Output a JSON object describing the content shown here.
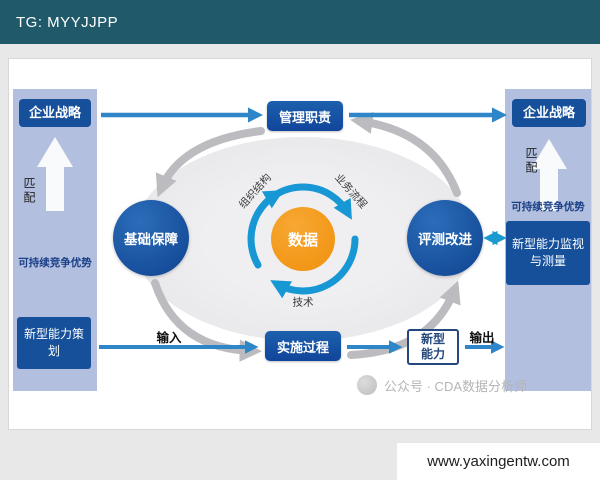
{
  "banner": {
    "text": "TG: MYYJJPP"
  },
  "left_panel": {
    "strategy": "企业战略",
    "match": "匹配",
    "advantage": "可持续竞争优势",
    "capability_box": "新型能力策划"
  },
  "right_panel": {
    "strategy": "企业战略",
    "match": "匹配",
    "advantage": "可持续竞争优势",
    "capability_box": "新型能力监视与测量"
  },
  "cycle": {
    "top_box": "管理职责",
    "left_circle": "基础保障",
    "right_circle": "评测改进",
    "center_circle": "数据",
    "bottom_box": "实施过程",
    "ring": {
      "org": "组织结构",
      "biz": "业务流程",
      "tech": "技术"
    }
  },
  "flow": {
    "input_label": "输入",
    "output_label": "输出",
    "capability_box": "新型能力"
  },
  "watermark": {
    "text": "公众号 · CDA数据分析师"
  },
  "footer": {
    "url": "www.yaxingentw.com"
  },
  "colors": {
    "banner": "#20596a",
    "dark_blue": "#16509b",
    "orange": "#f0900c",
    "panel_blue": "#b2bfdf",
    "ring_blue": "#1798d5",
    "arrow_blue": "#2e86c9",
    "cyan": "#1b9ad2",
    "gray_arrow": "#bcbcc0"
  }
}
